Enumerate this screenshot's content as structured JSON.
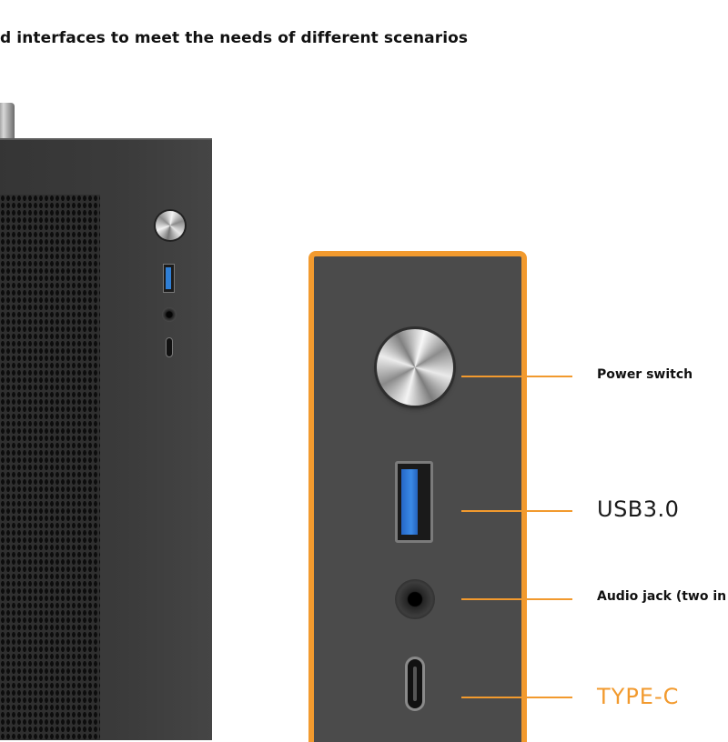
{
  "headline": "d interfaces to meet the needs of different scenarios",
  "callouts": {
    "power": "Power switch",
    "usb": "USB3.0",
    "audio": "Audio jack (two in",
    "typec": "TYPE-C"
  },
  "colors": {
    "accent": "#f29a2e",
    "usb_blue": "#2f7fd6",
    "panel": "#4b4b4b",
    "case": "#3a3a3a"
  },
  "icons": {
    "power": "power-button",
    "usb": "usb-port",
    "audio": "audio-jack",
    "typec": "type-c-port"
  }
}
